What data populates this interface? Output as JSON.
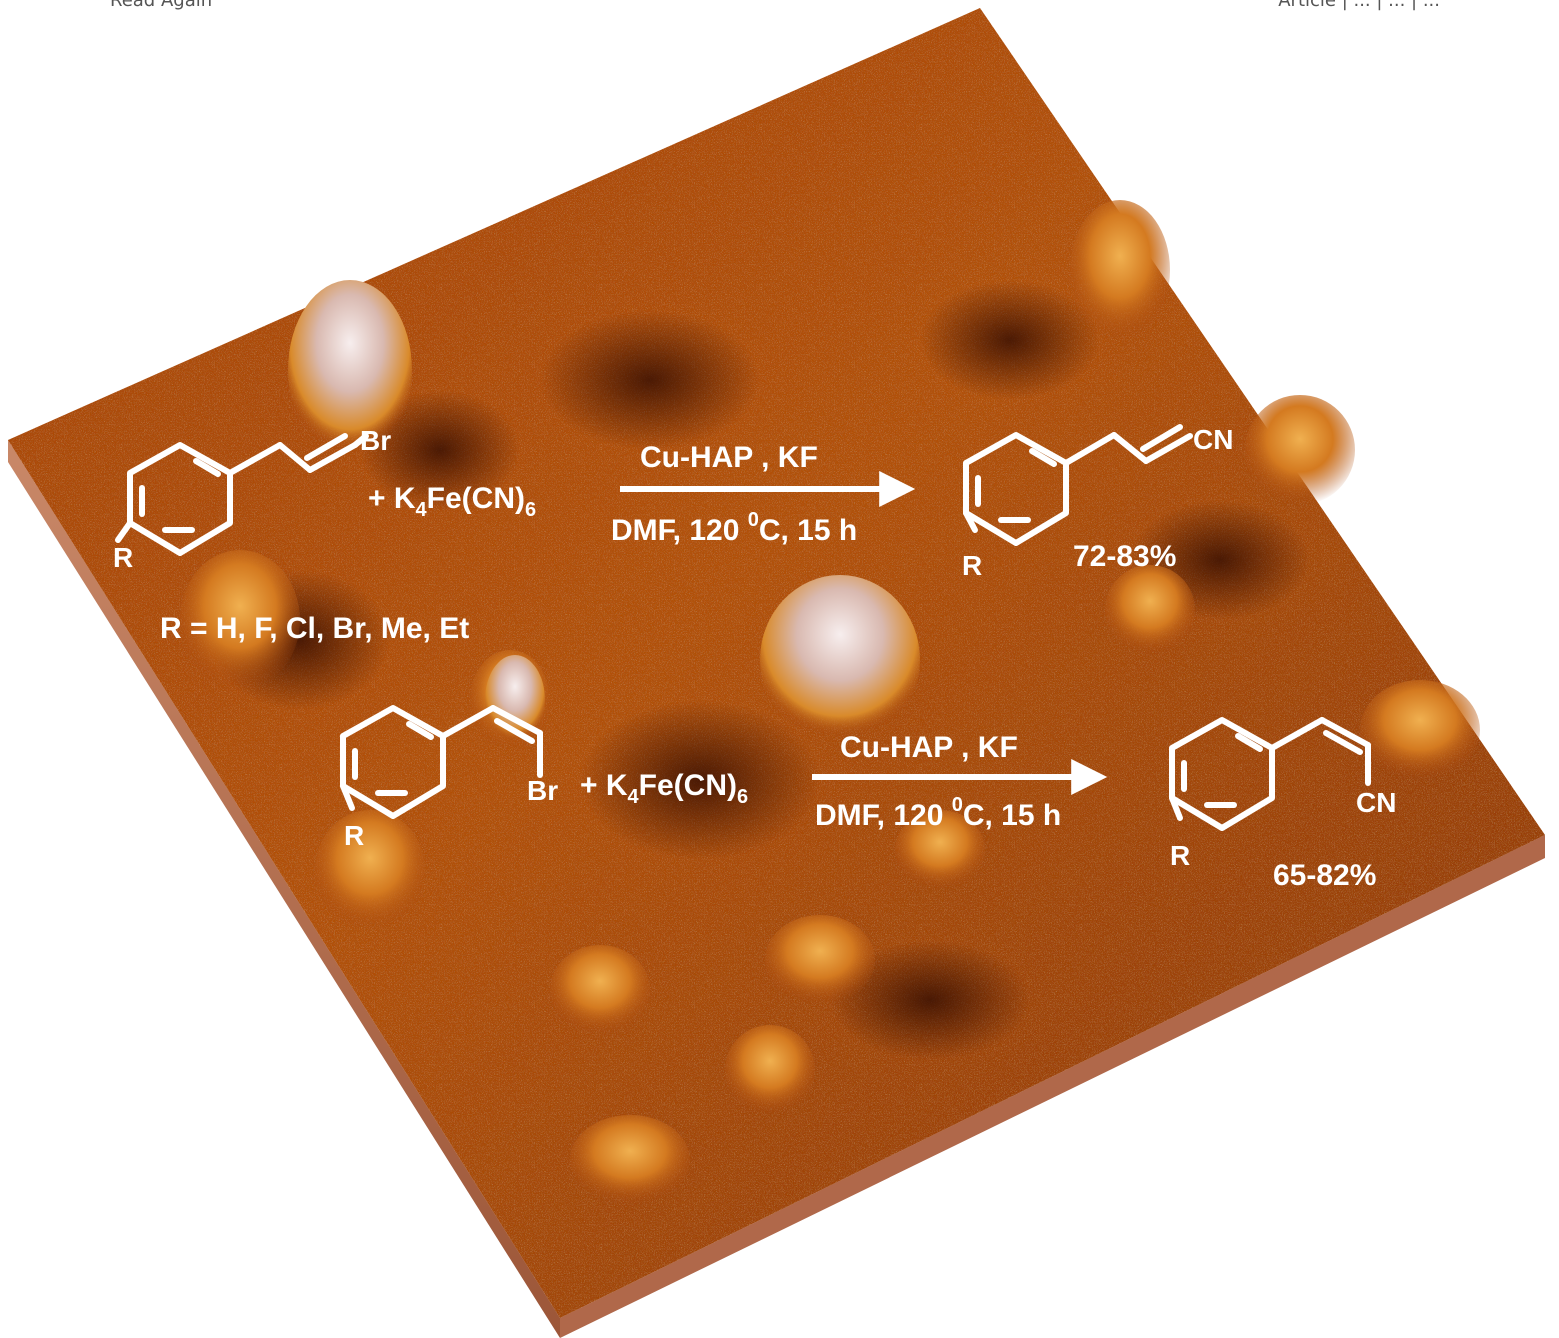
{
  "header": {
    "left": "Read Again",
    "right": "Article | ... | ... | ..."
  },
  "reaction1": {
    "reactant_leaving_group": "Br",
    "plus_reagent_prefix": "+  K",
    "reagent_sub": "4",
    "reagent_mid": "Fe(CN)",
    "reagent_sub2": "6",
    "conditions_top": "Cu-HAP , KF",
    "conditions_bottom_a": "DMF, 120 ",
    "conditions_bottom_sup": "0",
    "conditions_bottom_b": "C, 15 h",
    "product_group": "CN",
    "substituent": "R",
    "product_substituent": "R",
    "yield": "72-83%"
  },
  "substituents_note": "R = H, F, Cl, Br, Me, Et",
  "reaction2": {
    "reactant_leaving_group": "Br",
    "plus_reagent_prefix": "+ K",
    "reagent_sub": "4",
    "reagent_mid": "Fe(CN)",
    "reagent_sub2": "6",
    "conditions_top": "Cu-HAP , KF",
    "conditions_bottom_a": "DMF, 120 ",
    "conditions_bottom_sup": "0",
    "conditions_bottom_b": "C, 15 h",
    "product_group": "CN",
    "substituent": "R",
    "product_substituent": "R",
    "yield": "65-82%"
  },
  "colors": {
    "surface_dark": "#6e2506",
    "surface_mid": "#b0490f",
    "surface_light": "#d2731e",
    "peak_light": "#f5e6e0",
    "edge": "#b8704e"
  }
}
